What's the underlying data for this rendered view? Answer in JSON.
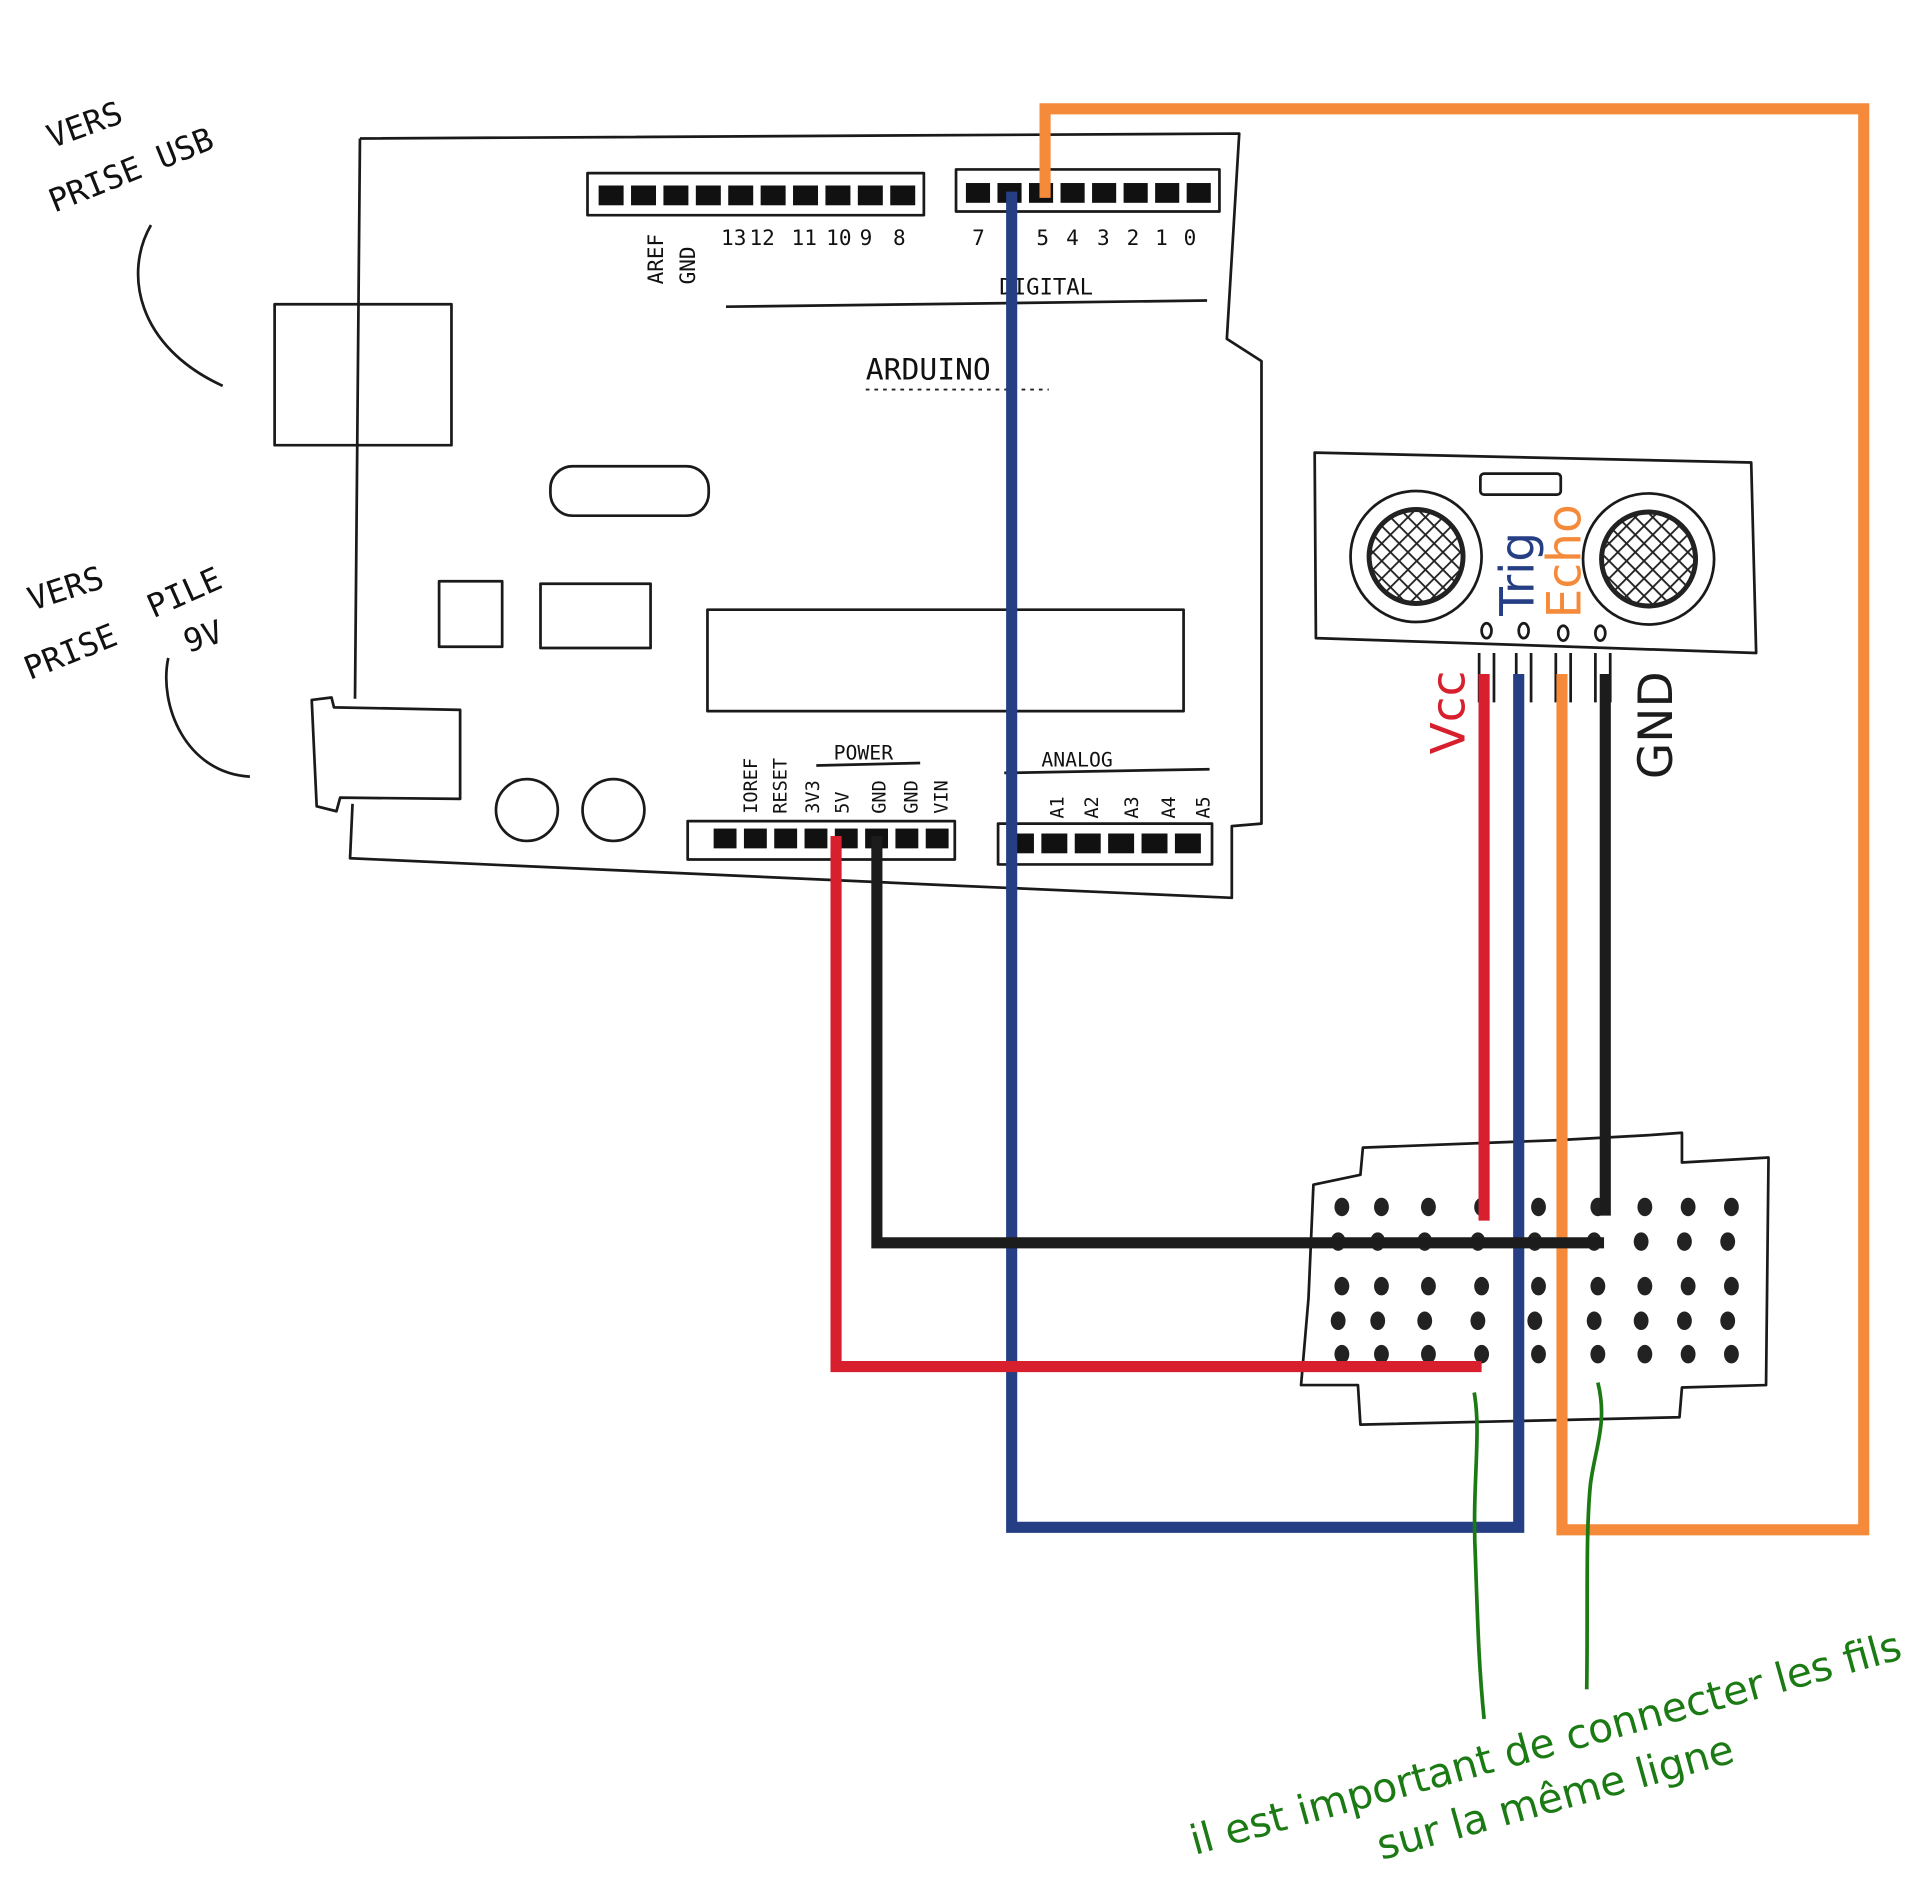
{
  "annotations": {
    "usb_line1": "VERS",
    "usb_line2": "PRISE USB",
    "battery_line1": "VERS",
    "battery_line2": "PRISE",
    "battery_line3": "PILE",
    "battery_line4": "9V",
    "note_line1": "il est important de connecter les fils",
    "note_line2": "sur la même ligne"
  },
  "board": {
    "name": "ARDUINO",
    "digital_label": "DIGITAL",
    "power_label": "POWER",
    "analog_label": "ANALOG",
    "top_left_pins": [
      "AREF",
      "GND",
      "13",
      "12",
      "11",
      "10",
      "9",
      "8"
    ],
    "top_right_pins": [
      "7",
      "",
      "5",
      "4",
      "3",
      "2",
      "1",
      "0"
    ],
    "power_pins": [
      "IOREF",
      "RESET",
      "3V3",
      "5V",
      "GND",
      "GND",
      "VIN"
    ],
    "analog_pins": [
      "A1",
      "A2",
      "A3",
      "A4",
      "A5"
    ]
  },
  "sensor": {
    "pins": [
      {
        "label": "Vcc",
        "color": "#d71f2e"
      },
      {
        "label": "Trig",
        "color": "#253e84"
      },
      {
        "label": "Echo",
        "color": "#f58a3b"
      },
      {
        "label": "GND",
        "color": "#1c1c1c"
      }
    ]
  },
  "wires": {
    "vcc": "#d71f2e",
    "trig": "#253e84",
    "echo": "#f58a3b",
    "gnd": "#1c1c1c",
    "note": "#1c7a14"
  }
}
